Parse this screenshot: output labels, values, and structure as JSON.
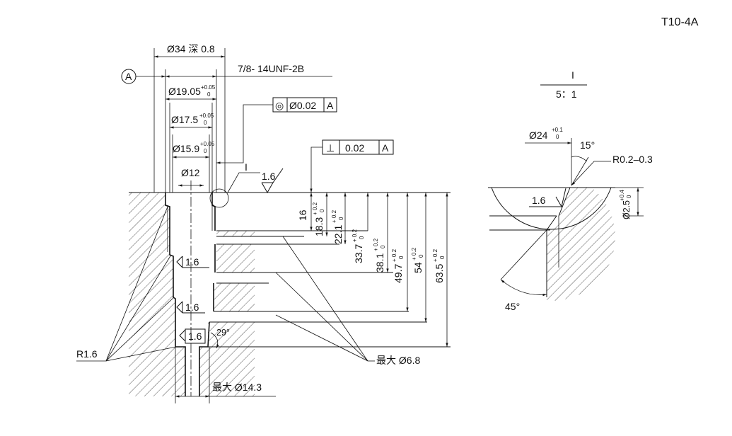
{
  "drawing_id": "T10-4A",
  "main_view": {
    "datum_label": "A",
    "counterbore": {
      "label": "Ø34 深 0.8"
    },
    "thread": "7/8- 14UNF-2B",
    "d1": {
      "value": "Ø19.05",
      "upper": "+0.05",
      "lower": "0"
    },
    "d2": {
      "value": "Ø17.5",
      "upper": "+0.05",
      "lower": "0"
    },
    "d3": {
      "value": "Ø15.9",
      "upper": "+0.05",
      "lower": "0"
    },
    "d4": {
      "value": "Ø12"
    },
    "concentricity": {
      "symbol": "◎",
      "tolerance": "Ø0.02",
      "datum": "A"
    },
    "perpendicularity": {
      "symbol": "⊥",
      "tolerance": "0.02",
      "datum": "A"
    },
    "detail_marker": "I",
    "surface_finish_top": "1.6",
    "surface_finish_1": "1.6",
    "surface_finish_2": "1.6",
    "surface_finish_3": "1.6",
    "depth_16": "16",
    "depth_18_3": {
      "value": "18.3",
      "upper": "+ 0.2",
      "lower": "0"
    },
    "depth_22_1": {
      "value": "22.1",
      "upper": "+ 0.2",
      "lower": "0"
    },
    "depth_33_7": {
      "value": "33.7",
      "upper": "+ 0.2",
      "lower": "0"
    },
    "depth_38_1": {
      "value": "38.1",
      "upper": "+ 0.2",
      "lower": "0"
    },
    "depth_49_7": {
      "value": "49.7",
      "upper": "+ 0.2",
      "lower": "0"
    },
    "depth_54": {
      "value": "54",
      "upper": "+ 0.2",
      "lower": "0"
    },
    "depth_63_5": {
      "value": "63.5",
      "upper": "+ 0.2",
      "lower": "0"
    },
    "radius_label": "R1.6",
    "angle_label": "29°",
    "max_port_label": "最大 Ø6.8",
    "max_bore_label": "最大 Ø14.3"
  },
  "detail_view": {
    "title": "I",
    "scale": "5：1",
    "diameter": {
      "value": "Ø24",
      "upper": "+0.1",
      "lower": "0"
    },
    "angle_top": "15°",
    "radius": "R0.2–0.3",
    "surface_finish": "1.6",
    "depth": {
      "value": "Ø2.5",
      "upper": "+0.4",
      "lower": "0"
    },
    "angle_bottom": "45°"
  }
}
